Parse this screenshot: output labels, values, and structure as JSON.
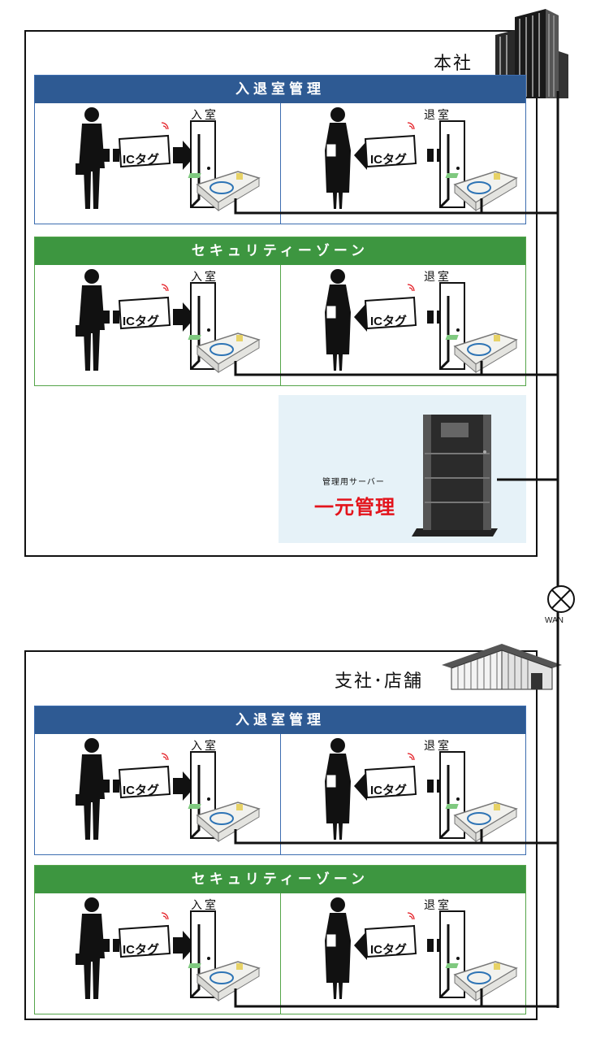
{
  "hq": {
    "title": "本社",
    "zones": [
      {
        "title": "入退室管理",
        "color": "blue",
        "enter_label": "入室",
        "exit_label": "退室",
        "tag": "ICタグ"
      },
      {
        "title": "セキュリティーゾーン",
        "color": "green",
        "enter_label": "入室",
        "exit_label": "退室",
        "tag": "ICタグ"
      }
    ],
    "server": {
      "caption": "管理用サーバー",
      "headline": "一元管理"
    }
  },
  "wan": {
    "label": "WAN"
  },
  "branch": {
    "title": "支社･店舗",
    "zones": [
      {
        "title": "入退室管理",
        "color": "blue",
        "enter_label": "入室",
        "exit_label": "退室",
        "tag": "ICタグ"
      },
      {
        "title": "セキュリティーゾーン",
        "color": "green",
        "enter_label": "入室",
        "exit_label": "退室",
        "tag": "ICタグ"
      }
    ]
  },
  "colors": {
    "blue_header": "#2e5a93",
    "green_header": "#3d9640",
    "server_panel": "#e6f2f8",
    "headline_red": "#e3141c"
  }
}
